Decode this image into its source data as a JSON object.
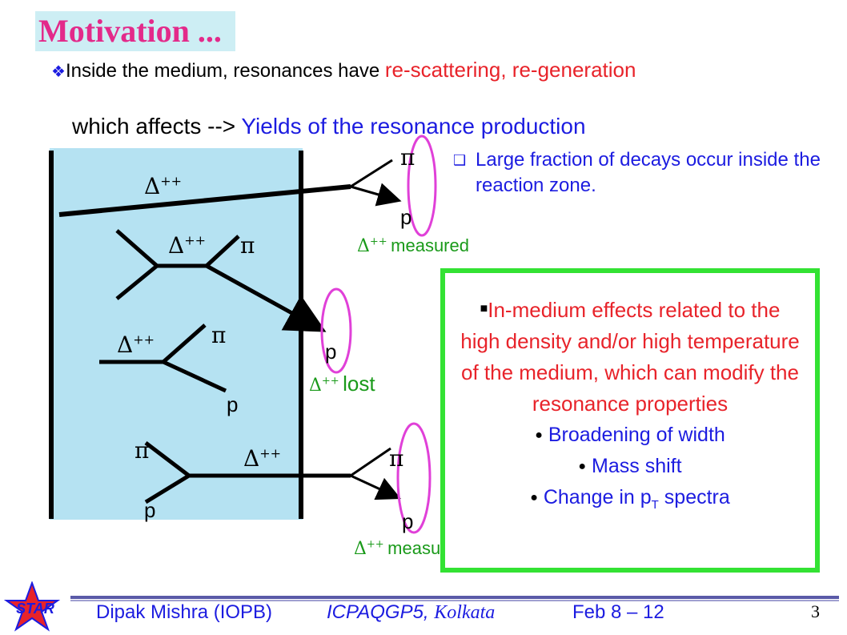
{
  "title": "Motivation ...",
  "bullet1": {
    "lead": "Inside the medium, resonances have ",
    "highlight": "re-scattering, re-generation"
  },
  "bullet2": {
    "lead": "which affects --> ",
    "highlight": "Yields of the resonance production"
  },
  "side_note": "Large fraction of decays occur inside the reaction zone.",
  "diagram": {
    "delta": "Δ",
    "plusplus": "++",
    "pi": "π",
    "p": "p",
    "measured": "measured",
    "lost": "lost"
  },
  "green_box": {
    "line1": "In-medium effects related to the",
    "line2": "high density and/or high temperature",
    "line3": "of the medium, which can modify the",
    "line4": "resonance properties",
    "item1": "Broadening of width",
    "item2": "Mass shift",
    "item3_pre": "Change in p",
    "item3_sub": "T",
    "item3_post": " spectra"
  },
  "footer": {
    "author": "Dipak Mishra (IOPB)",
    "conf": "ICPAQGP5, ",
    "conf_city": "Kolkata",
    "date": "Feb 8 – 12",
    "page": "3",
    "logo_text": "STAR"
  },
  "colors": {
    "title": "#e32a8a",
    "red": "#e8232a",
    "blue": "#1c1ce0",
    "green": "#1a9a1a",
    "box_border": "#33e233",
    "medium": "#b5e2f2",
    "ellipse": "#e040d8"
  }
}
